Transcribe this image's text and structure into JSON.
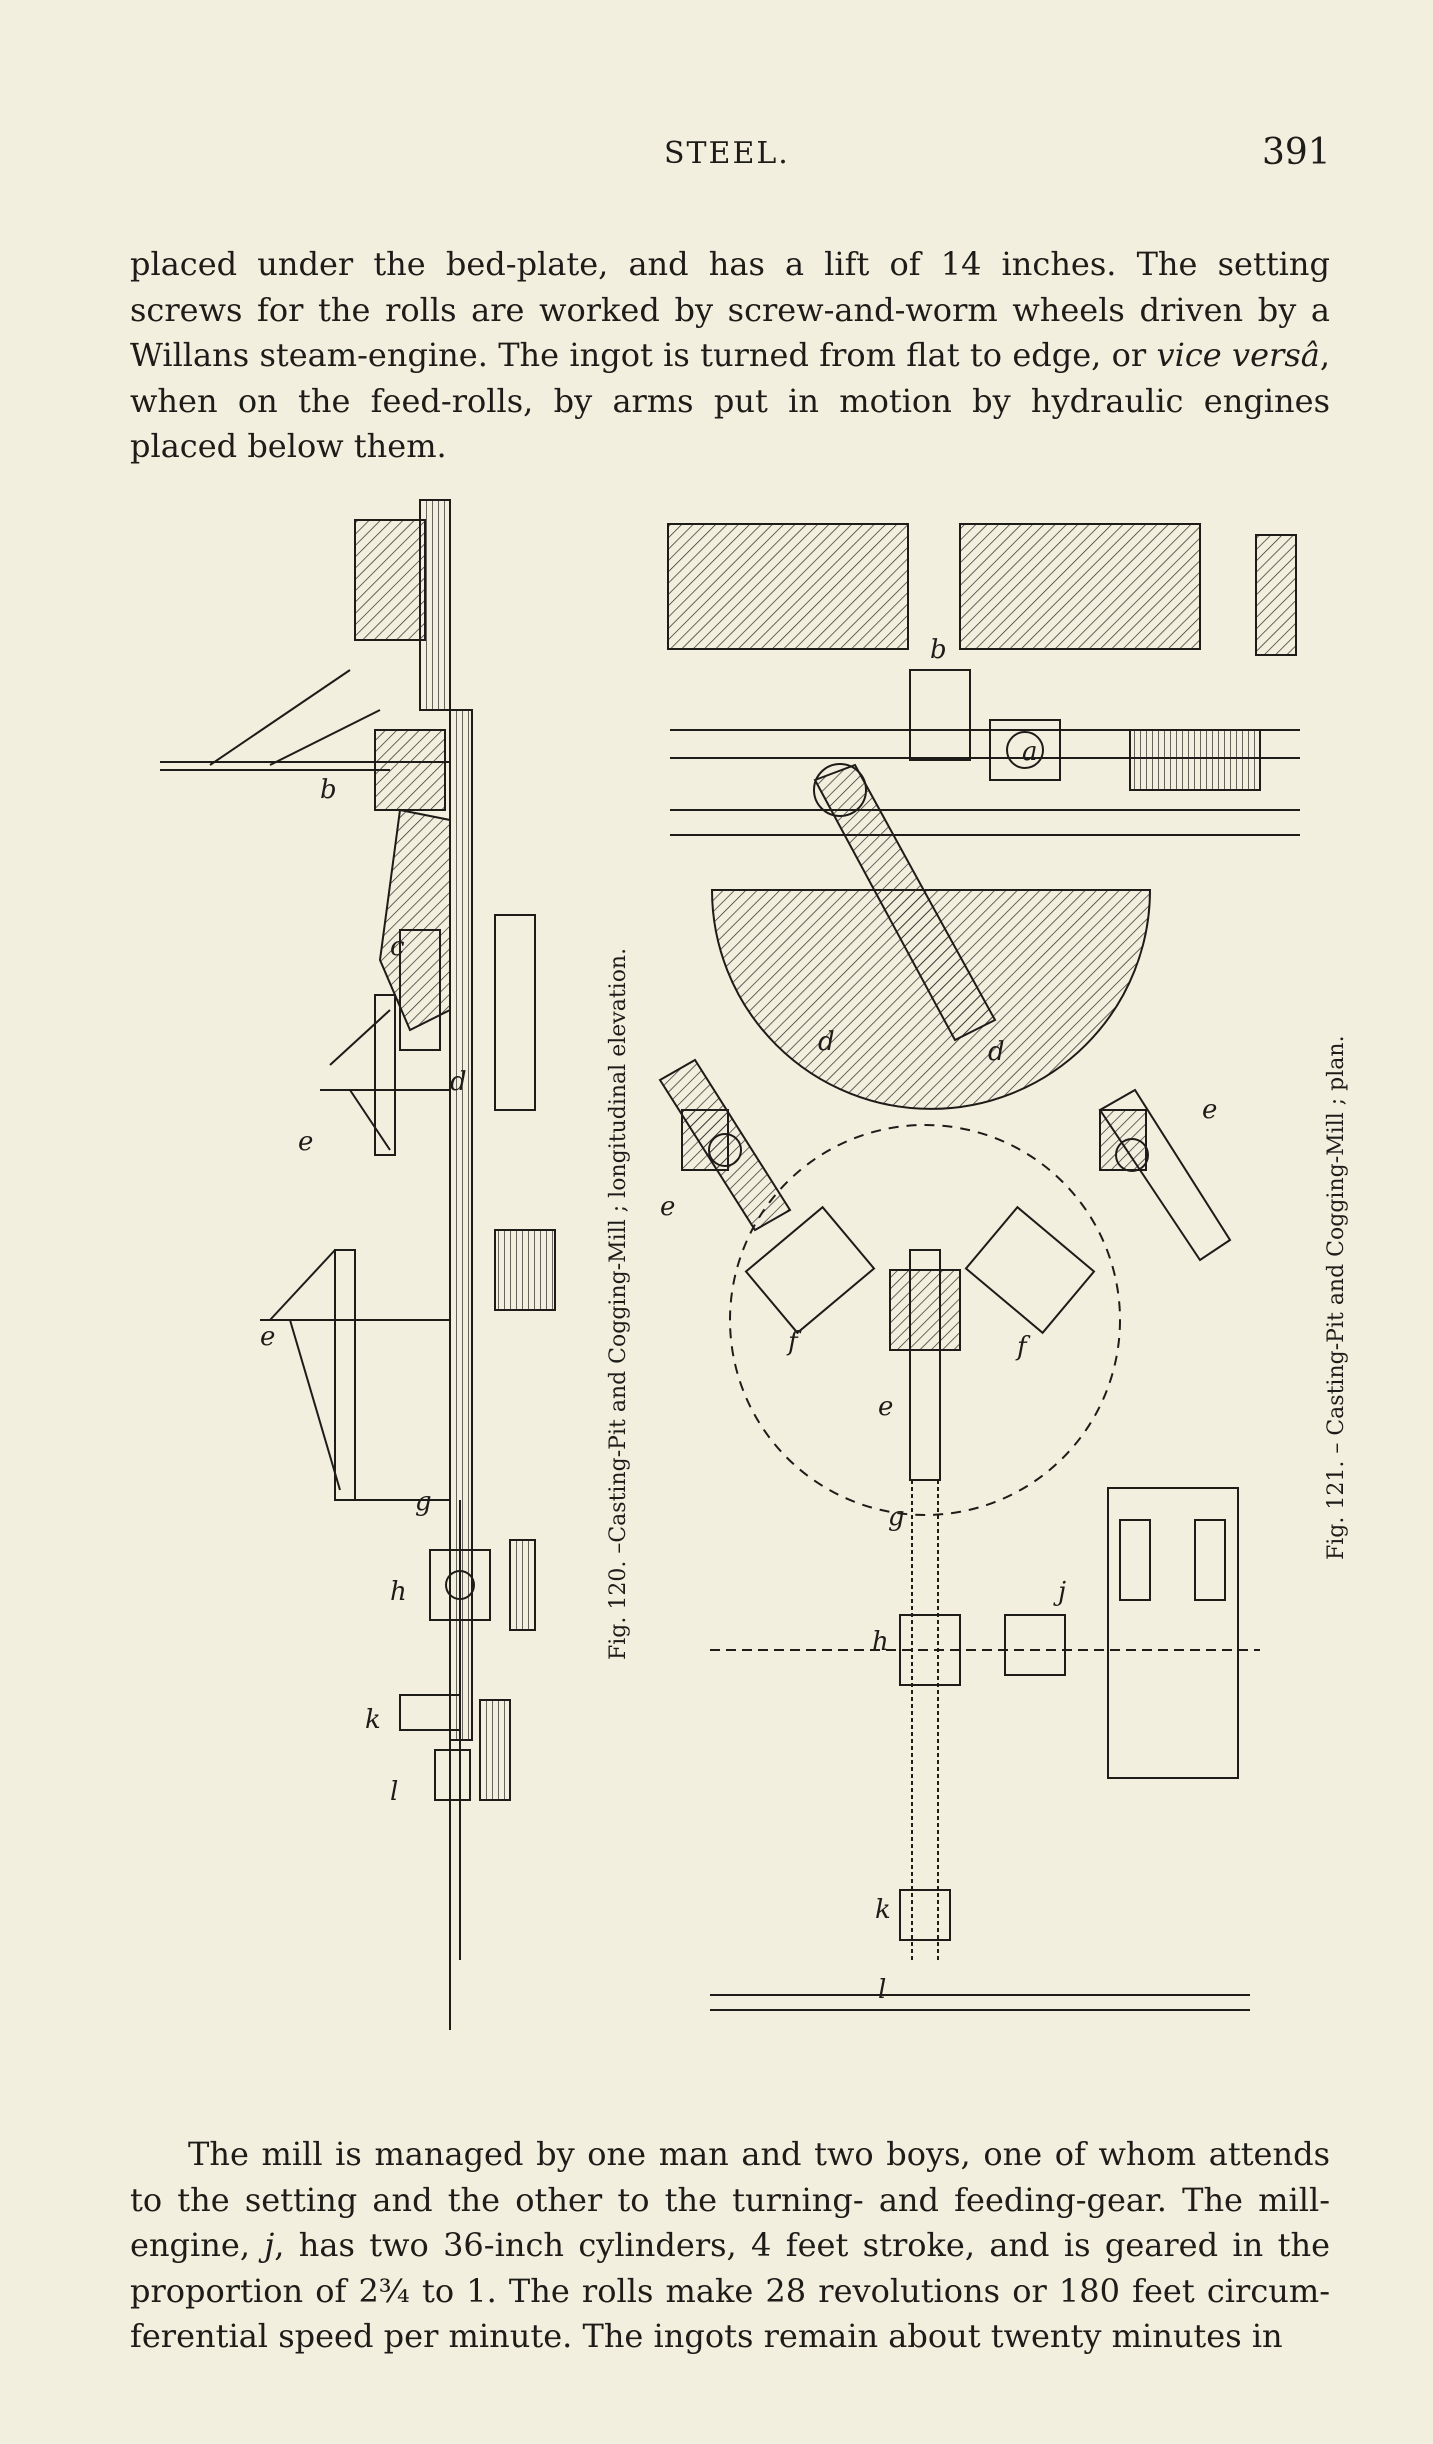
{
  "header": {
    "title": "STEEL.",
    "page_number": "391"
  },
  "paragraphs": {
    "top": {
      "p1": "placed under the bed-plate, and has a lift of 14 inches. The setting screws for the rolls are worked by screw-and-worm wheels driven by a Willans steam-engine. The ingot is turned from flat to edge, or ",
      "italic": "vice versâ",
      "p2": ", when on the feed-rolls, by arms put in motion by hydraulic engines placed below them."
    },
    "bottom": {
      "p1": "The mill is managed by one man and two boys, one of whom attends to the setting and the other to the turning- and feeding-gear. The mill-engine, ",
      "italic": "j",
      "p2": ", has two 36-inch cylinders, 4 feet stroke, and is geared in the proportion of 2¾ to 1. The rolls make 28 revolutions or 180 feet circum-ferential speed per minute. The ingots remain about twenty minutes in"
    }
  },
  "figures": {
    "fig120": {
      "caption": "Fig. 120. –Casting-Pit and Cogging-Mill ; longitudinal elevation.",
      "labels": {
        "b": "b",
        "c": "c",
        "d": "d",
        "e1": "e",
        "e2": "e",
        "g": "g",
        "h": "h",
        "k": "k",
        "l": "l"
      }
    },
    "fig121": {
      "caption": "Fig. 121. – Casting-Pit and Cogging-Mill ; plan.",
      "labels": {
        "a": "a",
        "b": "b",
        "d1": "d",
        "d2": "d",
        "e1": "e",
        "e2": "e",
        "e3": "e",
        "f1": "f",
        "f2": "f",
        "g": "g",
        "h": "h",
        "j": "j",
        "k": "k",
        "l": "l"
      }
    }
  }
}
